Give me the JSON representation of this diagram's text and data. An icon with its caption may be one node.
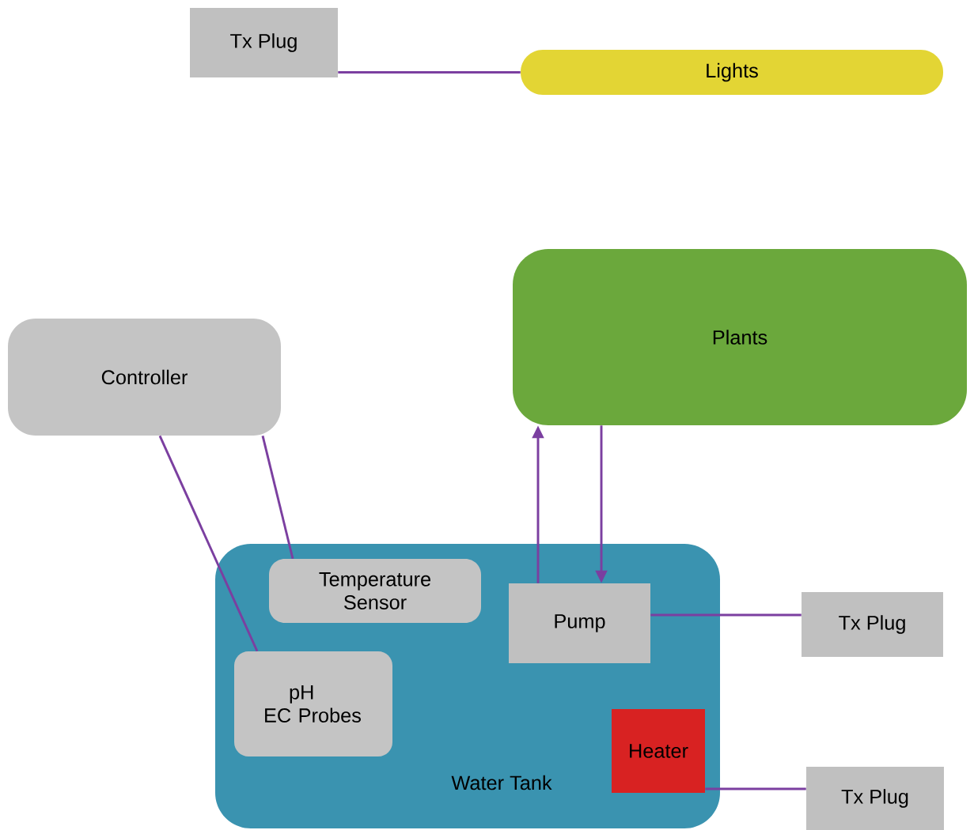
{
  "diagram": {
    "nodes": [
      {
        "text": [
          "Tx Plug"
        ]
      },
      {
        "text": [
          "Lights"
        ]
      },
      {
        "text": [
          "Plants"
        ]
      },
      {
        "text": [
          "Controller"
        ]
      },
      {
        "text": [
          "Water Tank"
        ]
      },
      {
        "text": [
          "Temperature Sensor"
        ],
        "in": 4
      },
      {
        "text": [
          "pH EC Probes"
        ],
        "in": 4
      },
      {
        "text": [
          "Pump"
        ],
        "in": 4
      },
      {
        "text": [
          "Heater"
        ],
        "in": 4
      },
      {
        "text": [
          "Tx Plug"
        ]
      },
      {
        "text": [
          "Tx Plug"
        ]
      }
    ],
    "edges": [
      {
        "from": 0,
        "to": 1,
        "arrow": "none"
      },
      {
        "from": 3,
        "to": 6,
        "arrow": "none"
      },
      {
        "from": 3,
        "to": 5,
        "arrow": "none"
      },
      {
        "from": 7,
        "to": 2,
        "arrow": "to"
      },
      {
        "from": 2,
        "to": 7,
        "arrow": "to"
      },
      {
        "from": 7,
        "to": 9,
        "arrow": "none"
      },
      {
        "from": 8,
        "to": 10,
        "arrow": "none"
      }
    ]
  }
}
